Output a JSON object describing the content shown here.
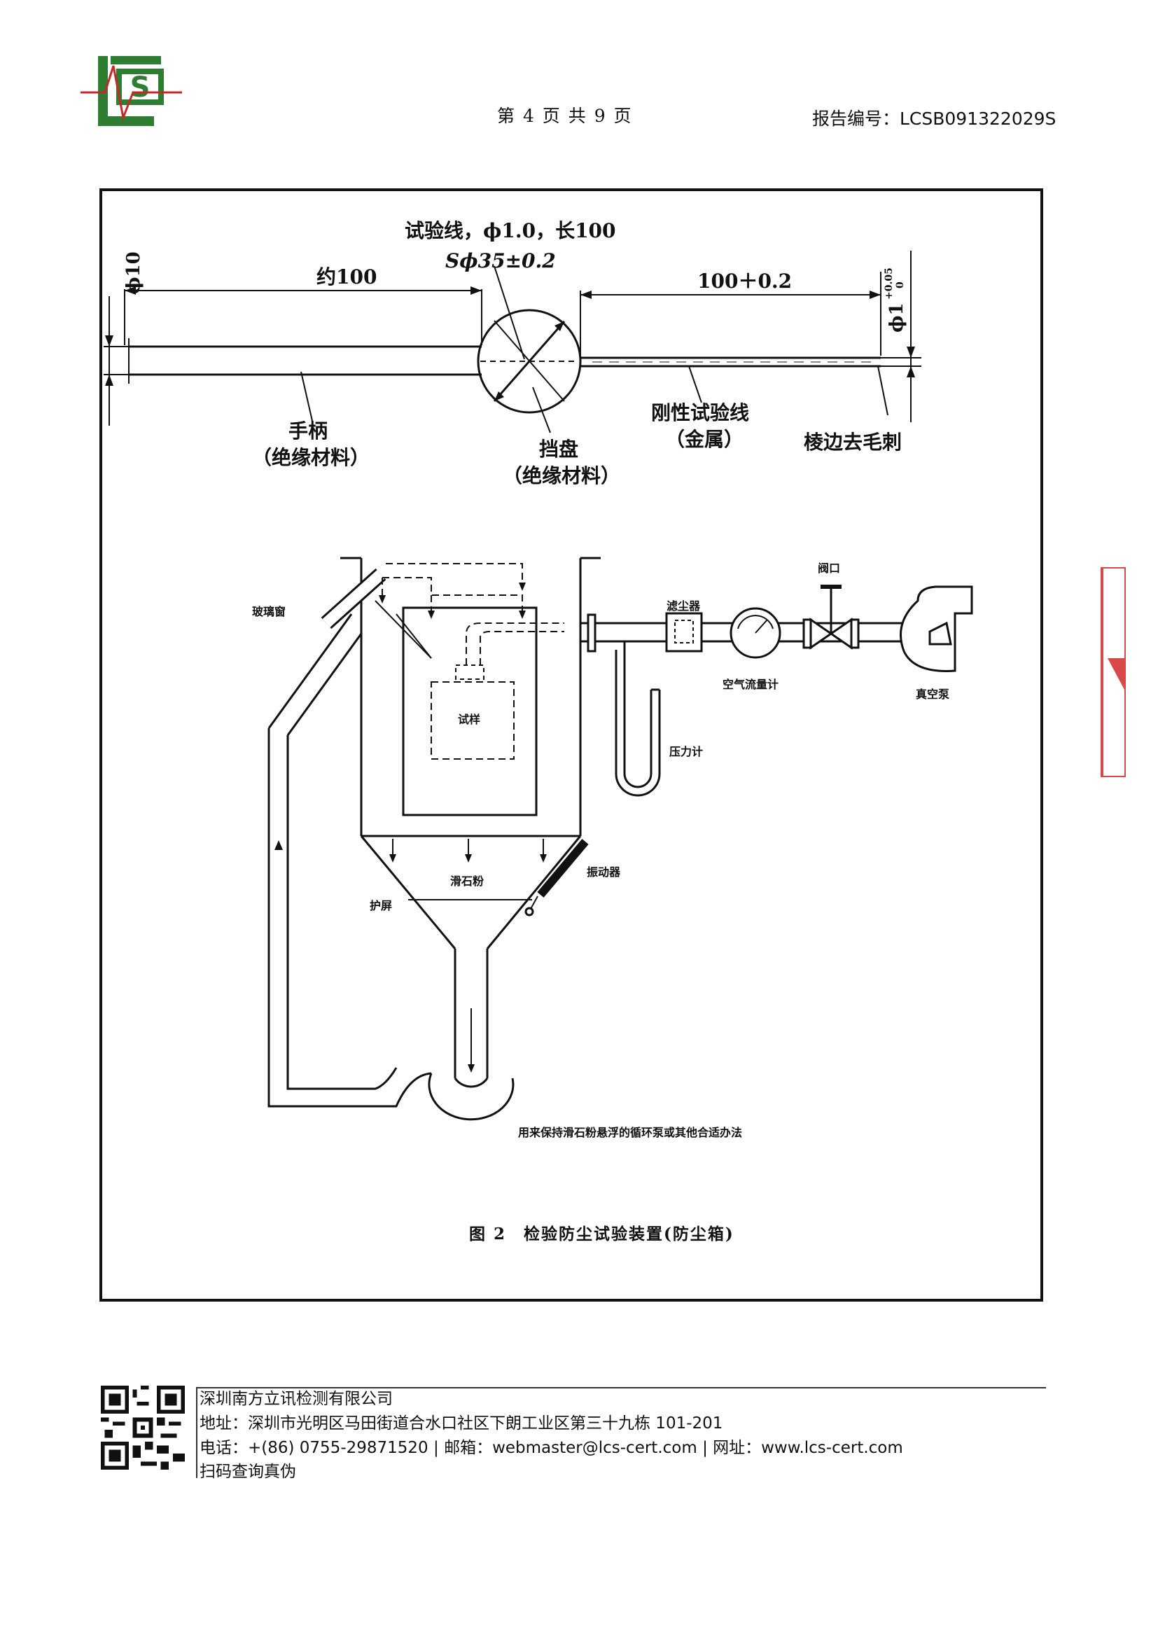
{
  "header": {
    "page_indicator": "第 4 页 共 9 页",
    "report_no": "报告编号：LCSB091322029S",
    "logo_text": "LCS"
  },
  "probe_figure": {
    "title_line1": "试验线，ϕ1.0，长100",
    "title_line2": "Sϕ35±0.2",
    "dim_handle": "约100",
    "dim_wire": "100＋0.2",
    "dim_d10": "ϕ10",
    "dim_d1": "ϕ1",
    "dim_d1_tol_upper": "+0.05",
    "dim_d1_tol_lower": "0",
    "handle_label": "手柄",
    "handle_material": "（绝缘材料）",
    "guard_label": "挡盘",
    "guard_material": "（绝缘材料）",
    "wire_label": "刚性试验线",
    "wire_material": "（金属）",
    "edge_label": "棱边去毛刺"
  },
  "dust_figure": {
    "glass_window": "玻璃窗",
    "sample": "试样",
    "dust_filter": "滤尘器",
    "valve": "阀口",
    "air_flow_meter": "空气流量计",
    "vacuum_pump": "真空泵",
    "pressure_gauge": "压力计",
    "talc": "滑石粉",
    "vibrator": "振动器",
    "screen": "护屏",
    "circulation_note": "用来保持滑石粉悬浮的循环泵或其他合适办法",
    "caption": "图 2　检验防尘试验装置(防尘箱)"
  },
  "footer": {
    "company": "深圳南方立讯检测有限公司",
    "address": "地址：深圳市光明区马田街道合水口社区下朗工业区第三十九栋 101-201",
    "contact": "电话：+(86) 0755-29871520 | 邮箱：webmaster@lcs-cert.com | 网址：www.lcs-cert.com",
    "qr_hint": "扫码查询真伪"
  },
  "colors": {
    "logo_green": "#2e7d32",
    "logo_red": "#c62828",
    "stamp_red": "#d84a4a"
  }
}
